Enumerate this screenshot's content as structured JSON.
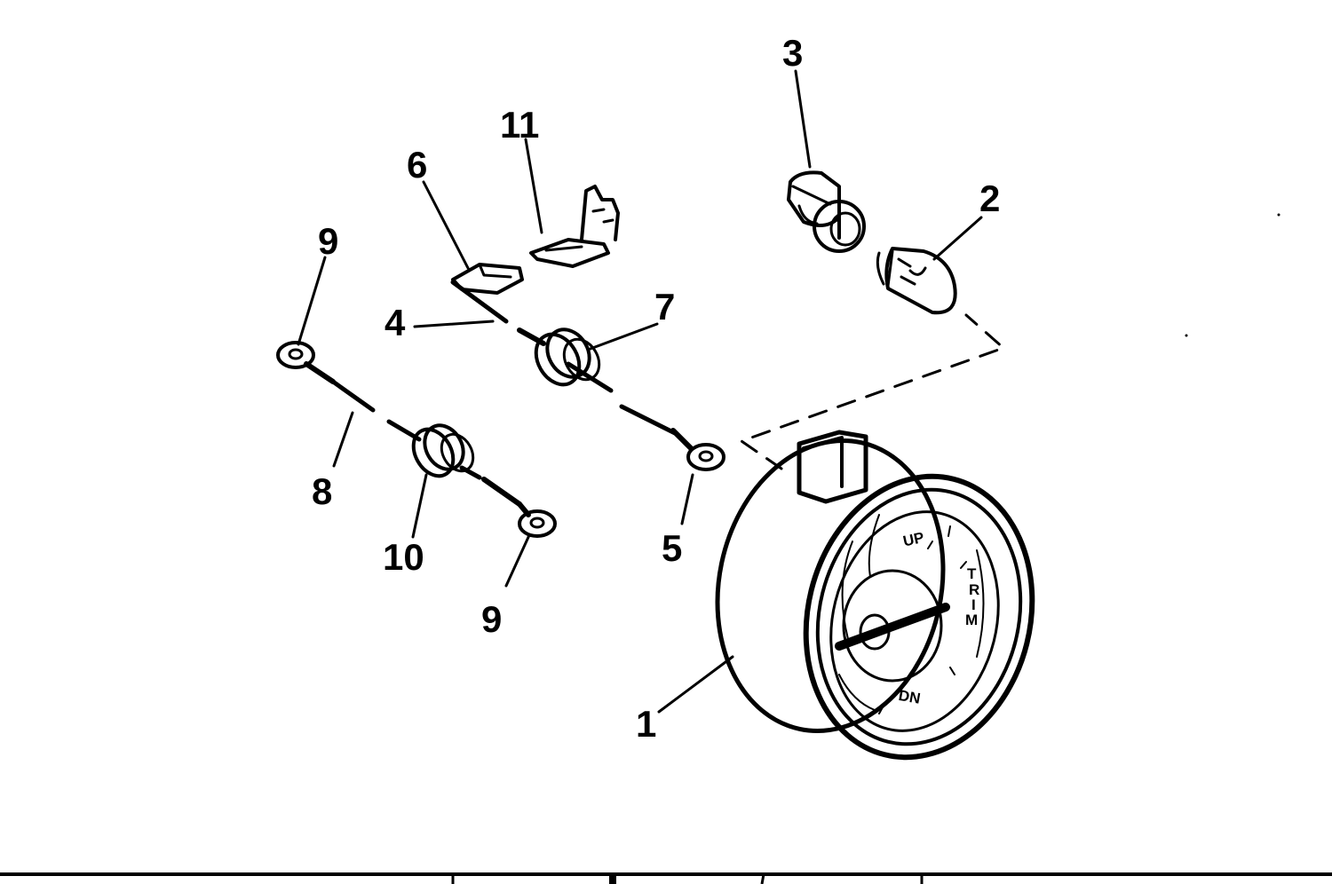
{
  "diagram": {
    "callouts": {
      "c1": "1",
      "c2": "2",
      "c3": "3",
      "c4": "4",
      "c5": "5",
      "c6": "6",
      "c7": "7",
      "c8": "8",
      "c9a": "9",
      "c9b": "9",
      "c10": "10",
      "c11": "11"
    },
    "gauge_face": {
      "up": "UP",
      "trim": [
        "T",
        "R",
        "I",
        "M"
      ],
      "dn": "DN"
    }
  }
}
